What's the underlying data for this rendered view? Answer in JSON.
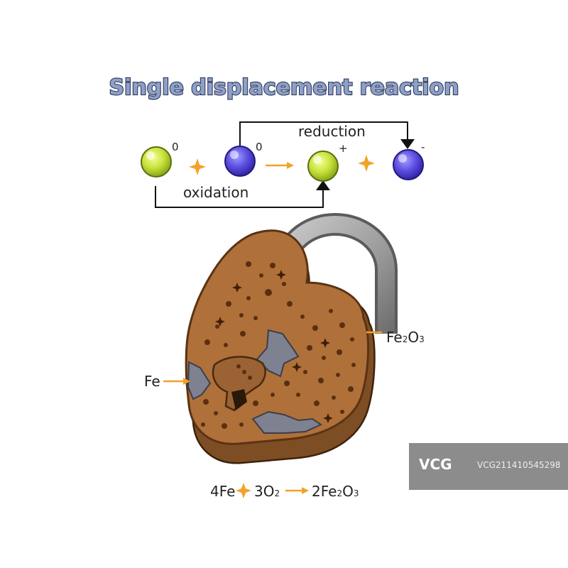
{
  "title": "Single displacement reaction",
  "diagram": {
    "charges": {
      "a": "0",
      "b": "0",
      "c": "+",
      "d": "-"
    },
    "reduction_label": "reduction",
    "oxidation_label": "oxidation",
    "colors": {
      "green_ion": "#c9e23a",
      "blue_ion": "#5b4fe0",
      "arrow": "#f2a22a",
      "rust": "#b0703a"
    }
  },
  "lock": {
    "label_left": "Fe",
    "label_right": {
      "main": "Fe",
      "sub1": "2",
      "o": "O",
      "sub2": "3"
    }
  },
  "equation": {
    "t1": "4Fe",
    "t2": "3O",
    "t2_sub": "2",
    "t3a": "2Fe",
    "t3_sub1": "2",
    "t3b": "O",
    "t3_sub2": "3"
  },
  "watermark": {
    "logo": "VCG",
    "id": "VCG211410545298"
  }
}
